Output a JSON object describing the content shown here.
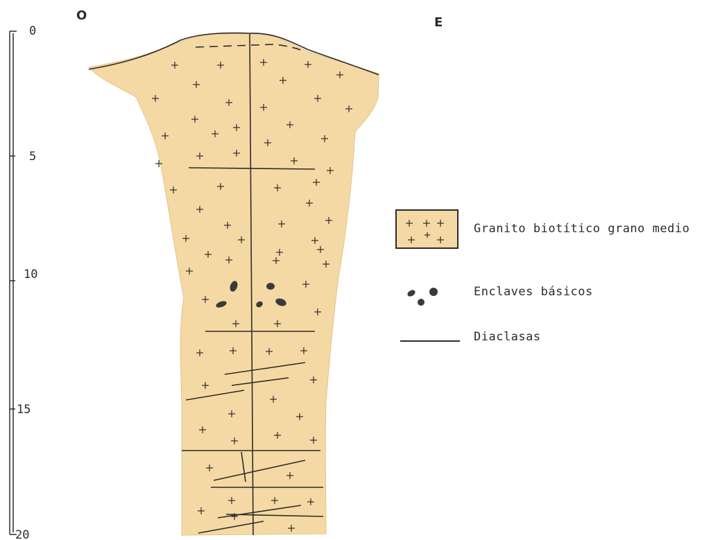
{
  "orientation": {
    "west": "O",
    "east": "E"
  },
  "depth_scale": {
    "ticks": [
      {
        "value": 0,
        "label": "0"
      },
      {
        "value": 5,
        "label": "5"
      },
      {
        "value": 10,
        "label": "10"
      },
      {
        "value": 15,
        "label": "15"
      },
      {
        "value": 20,
        "label": "20"
      }
    ]
  },
  "legend": {
    "granite": "Granito biotítico grano medio",
    "enclaves": "Enclaves básicos",
    "joints": "Diaclasas"
  },
  "colors": {
    "granite_fill": "#f5d9a4",
    "granite_border": "#e4c289",
    "ink": "#2b2b2b",
    "enclave": "#3a3a3a"
  },
  "icons": {
    "granite_symbol": "plus-sign-pattern",
    "enclave_symbol": "dark-blobs",
    "joint_symbol": "straight-line"
  }
}
